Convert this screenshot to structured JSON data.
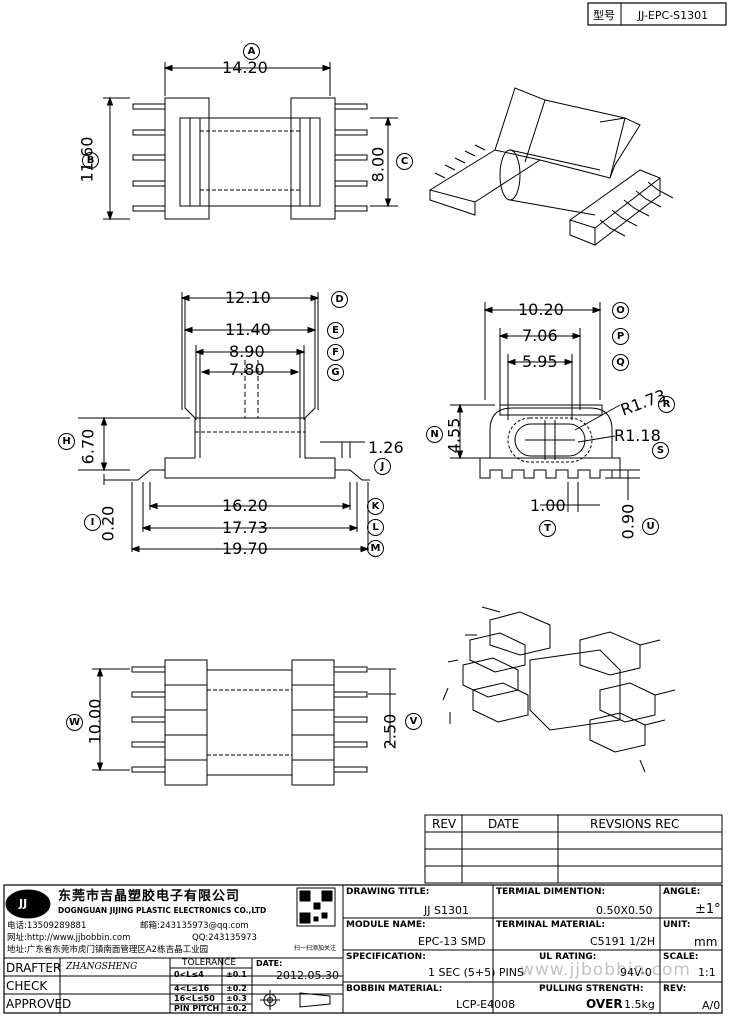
{
  "model_box": {
    "label": "型号",
    "value": "JJ-EPC-S1301"
  },
  "dimensions": {
    "A": "14.20",
    "B": "11.60",
    "C": "8.00",
    "D": "12.10",
    "E": "11.40",
    "F": "8.90",
    "G": "7.80",
    "H": "6.70",
    "I": "0.20",
    "J": "1.26",
    "K": "16.20",
    "L": "17.73",
    "M": "19.70",
    "O": "10.20",
    "P": "7.06",
    "Q": "5.95",
    "R": "R1.73",
    "S": "R1.18",
    "N": "4.55",
    "T": "1.00",
    "U": "0.90",
    "W": "10.00",
    "V": "2.50"
  },
  "markers": [
    "A",
    "B",
    "C",
    "D",
    "E",
    "F",
    "G",
    "H",
    "I",
    "J",
    "K",
    "L",
    "M",
    "N",
    "O",
    "P",
    "Q",
    "R",
    "S",
    "T",
    "U",
    "V",
    "W"
  ],
  "revision_table": {
    "col_rev": "REV",
    "col_date": "DATE",
    "col_rec": "REVSIONS REC"
  },
  "company": {
    "logo": "JJ",
    "name_cn": "东莞市吉晶塑胶电子有限公司",
    "name_en": "DOGNGUAN JIJING PLASTIC ELECTRONICS CO.,LTD",
    "phone": "电话:13509289881",
    "email": "邮箱:243135973@qq.com",
    "web": "网址:http://www.jjbobbin.com",
    "qq": "QQ:243135973",
    "address": "地址:广东省东莞市虎门镇南面管理区A2栋吉晶工业园",
    "qr_caption": "扫一扫添加关注"
  },
  "title_block": {
    "drawing_title_label": "DRAWING TITLE:",
    "drawing_title": "JJ S1301",
    "terminal_dimention_label": "TERMIAL DIMENTION:",
    "terminal_dimention": "0.50X0.50",
    "angle_label": "ANGLE:",
    "angle": "±1°",
    "module_name_label": "MODULE NAME:",
    "module_name": "EPC-13 SMD",
    "terminal_material_label": "TERMINAL MATERIAL:",
    "terminal_material": "C5191 1/2H",
    "unit_label": "UNIT:",
    "unit": "mm",
    "specification_label": "SPECIFICATION:",
    "specification": "1 SEC (5+5) PINS",
    "ul_rating_label": "UL RATING:",
    "ul_rating": "94V-0",
    "scale_label": "SCALE:",
    "scale": "1:1",
    "bobbin_material_label": "BOBBIN  MATERIAL:",
    "bobbin_material": "LCP-E4008",
    "pulling_strength_label": "PULLING STRENGTH:",
    "pulling_strength_over": "OVER",
    "pulling_strength": "1.5kg",
    "rev_label": "REV:",
    "rev": "A/0",
    "drafter_label": "DRAFTER",
    "drafter_sign": "ZHANGSHENG",
    "check_label": "CHECK",
    "approved_label": "APPROVED",
    "tolerance_label": "TOLERANCE",
    "tolerances": [
      {
        "range": "0<L≤4",
        "value": "±0.1"
      },
      {
        "range": "4<L≤16",
        "value": "±0.2"
      },
      {
        "range": "16<L≤50",
        "value": "±0.3"
      },
      {
        "range": "PIN PITCH",
        "value": "±0.2"
      }
    ],
    "date_label": "DATE:",
    "date": "2012.05.30"
  },
  "watermark": "www.jjbobbin.com"
}
